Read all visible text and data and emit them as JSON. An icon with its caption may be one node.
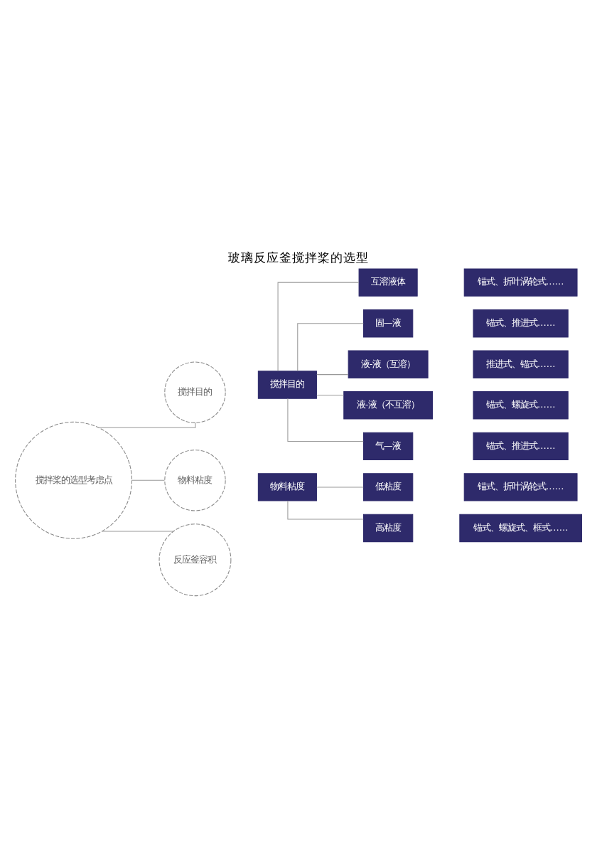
{
  "diagram": {
    "title": "玻璃反应釜搅拌桨的选型",
    "nodes": [
      {
        "text": [
          "搅拌桨的选型考虑点"
        ]
      },
      {
        "text": [
          "搅拌目的"
        ]
      },
      {
        "text": [
          "物料粘度"
        ]
      },
      {
        "text": [
          "反应釜容积"
        ]
      },
      {
        "text": [
          "搅拌目的"
        ]
      },
      {
        "text": [
          "互溶液体"
        ]
      },
      {
        "text": [
          "锚式、折叶涡轮式……"
        ]
      },
      {
        "text": [
          "固—液"
        ]
      },
      {
        "text": [
          "锚式、推进式……"
        ]
      },
      {
        "text": [
          "液-液（互溶）"
        ]
      },
      {
        "text": [
          "推进式、锚式……"
        ]
      },
      {
        "text": [
          "液-液（不互溶）"
        ]
      },
      {
        "text": [
          "锚式、螺旋式……"
        ]
      },
      {
        "text": [
          "气—液"
        ]
      },
      {
        "text": [
          "锚式、推进式……"
        ]
      },
      {
        "text": [
          "物料粘度"
        ]
      },
      {
        "text": [
          "低粘度"
        ]
      },
      {
        "text": [
          "锚式、折叶涡轮式……"
        ]
      },
      {
        "text": [
          "高粘度"
        ]
      },
      {
        "text": [
          "锚式、螺旋式、框式……"
        ]
      }
    ],
    "edges": [
      {
        "from": 0,
        "to": 1,
        "arrow": "none"
      },
      {
        "from": 0,
        "to": 2,
        "arrow": "none"
      },
      {
        "from": 0,
        "to": 3,
        "arrow": "none"
      },
      {
        "from": 4,
        "to": 5,
        "arrow": "none"
      },
      {
        "from": 4,
        "to": 7,
        "arrow": "none"
      },
      {
        "from": 4,
        "to": 9,
        "arrow": "none"
      },
      {
        "from": 4,
        "to": 11,
        "arrow": "none"
      },
      {
        "from": 4,
        "to": 13,
        "arrow": "none"
      },
      {
        "from": 15,
        "to": 16,
        "arrow": "none"
      },
      {
        "from": 15,
        "to": 18,
        "arrow": "none"
      }
    ]
  }
}
